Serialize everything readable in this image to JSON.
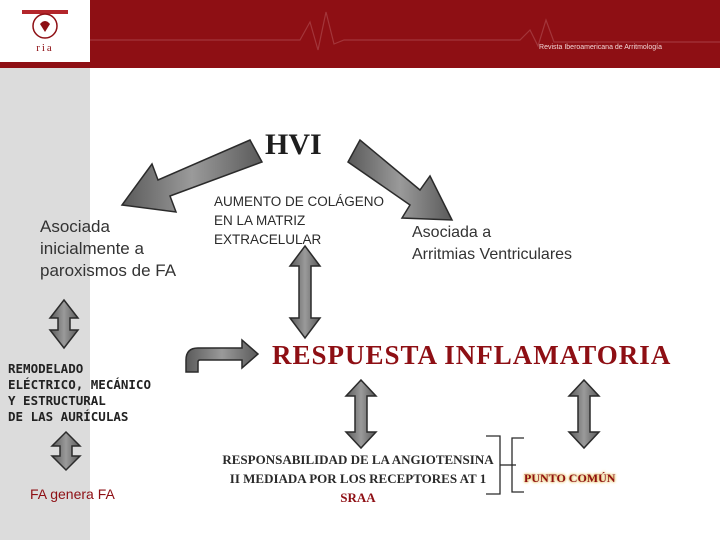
{
  "header": {
    "journal_title": "Revista Iberoamericana de Arritmología",
    "logo_text": "ria"
  },
  "nodes": {
    "hvi": "HVI",
    "left_title_lines": [
      "Asociada",
      "inicialmente a",
      "paroxismos de FA"
    ],
    "center_title_lines": [
      "AUMENTO DE COLÁGENO",
      "EN LA MATRIZ",
      "EXTRACELULAR"
    ],
    "right_title_lines": [
      "Asociada a",
      "Arritmias Ventriculares"
    ],
    "remodel_lines": [
      "REMODELADO",
      "ELÉCTRICO, MECÁNICO",
      "Y ESTRUCTURAL",
      "DE LAS AURÍCULAS"
    ],
    "respuesta": "RESPUESTA INFLAMATORIA",
    "fa_genera": "FA genera FA",
    "angio_lines": [
      "RESPONSABILIDAD DE LA ANGIOTENSINA",
      "II MEDIADA POR LOS RECEPTORES AT 1"
    ],
    "sraa": "SRAA",
    "punto_comun": "PUNTO COMÚN"
  },
  "colors": {
    "brand": "#8e0f14",
    "arrow_fill": "#7a7a7a",
    "arrow_stroke": "#2b2b2b",
    "accent_red": "#8e0f14",
    "panel_gray": "#dcdcdc"
  }
}
